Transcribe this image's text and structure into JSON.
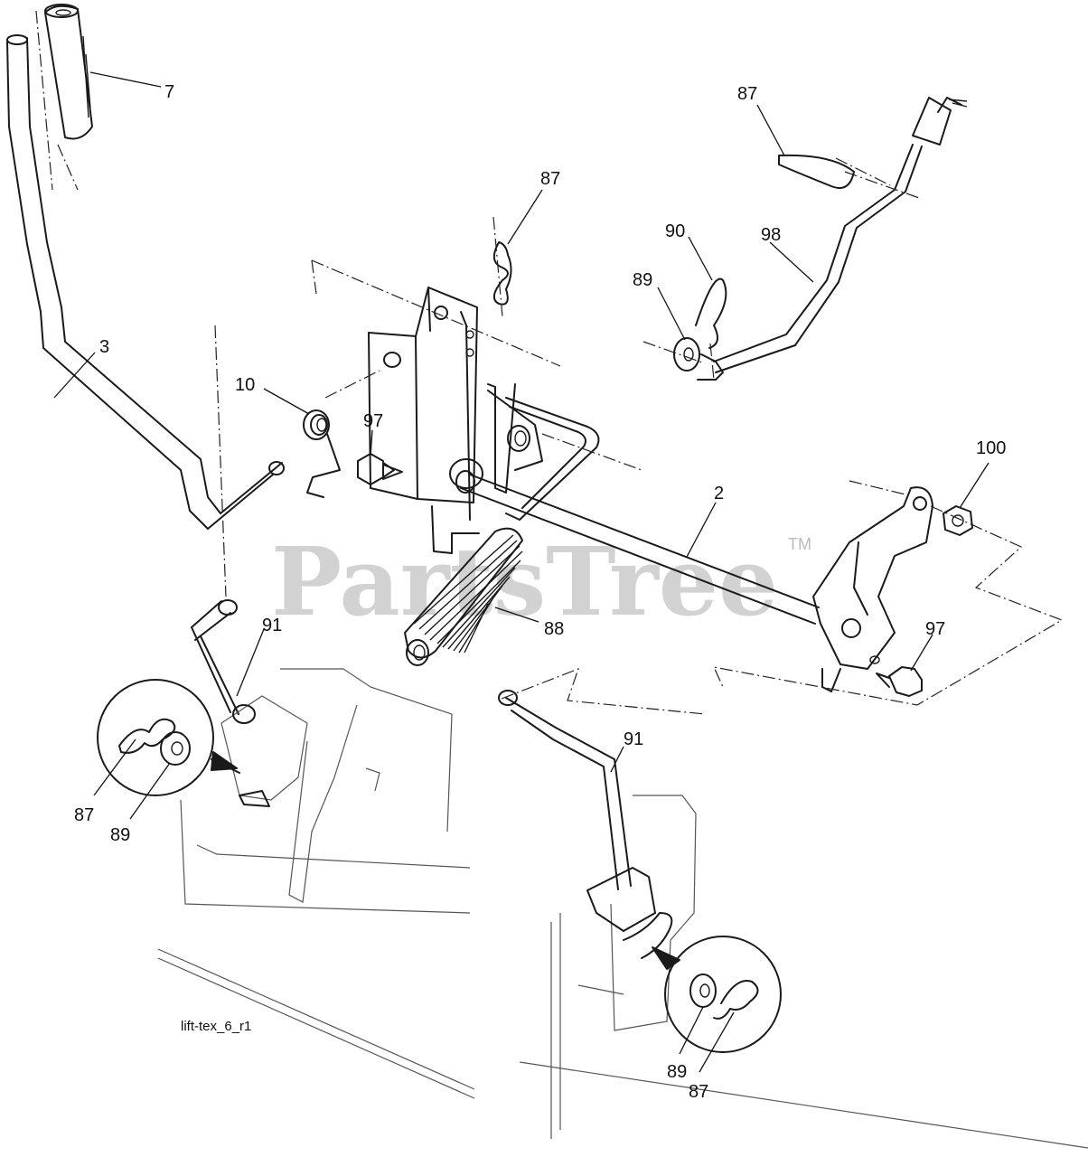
{
  "watermark": {
    "text": "PartsTree",
    "tm": "TM",
    "color": "#d2d2d2"
  },
  "figure_code": "lift-tex_6_r1",
  "callouts": {
    "c7": "7",
    "c3": "3",
    "c10": "10",
    "c97a": "97",
    "c87a": "87",
    "c87b": "87",
    "c90": "90",
    "c89a": "89",
    "c98": "98",
    "c2": "2",
    "c100": "100",
    "c88": "88",
    "c97b": "97",
    "c91a": "91",
    "c91b": "91",
    "c87c": "87",
    "c89b": "89",
    "c89c": "89",
    "c87d": "87"
  }
}
